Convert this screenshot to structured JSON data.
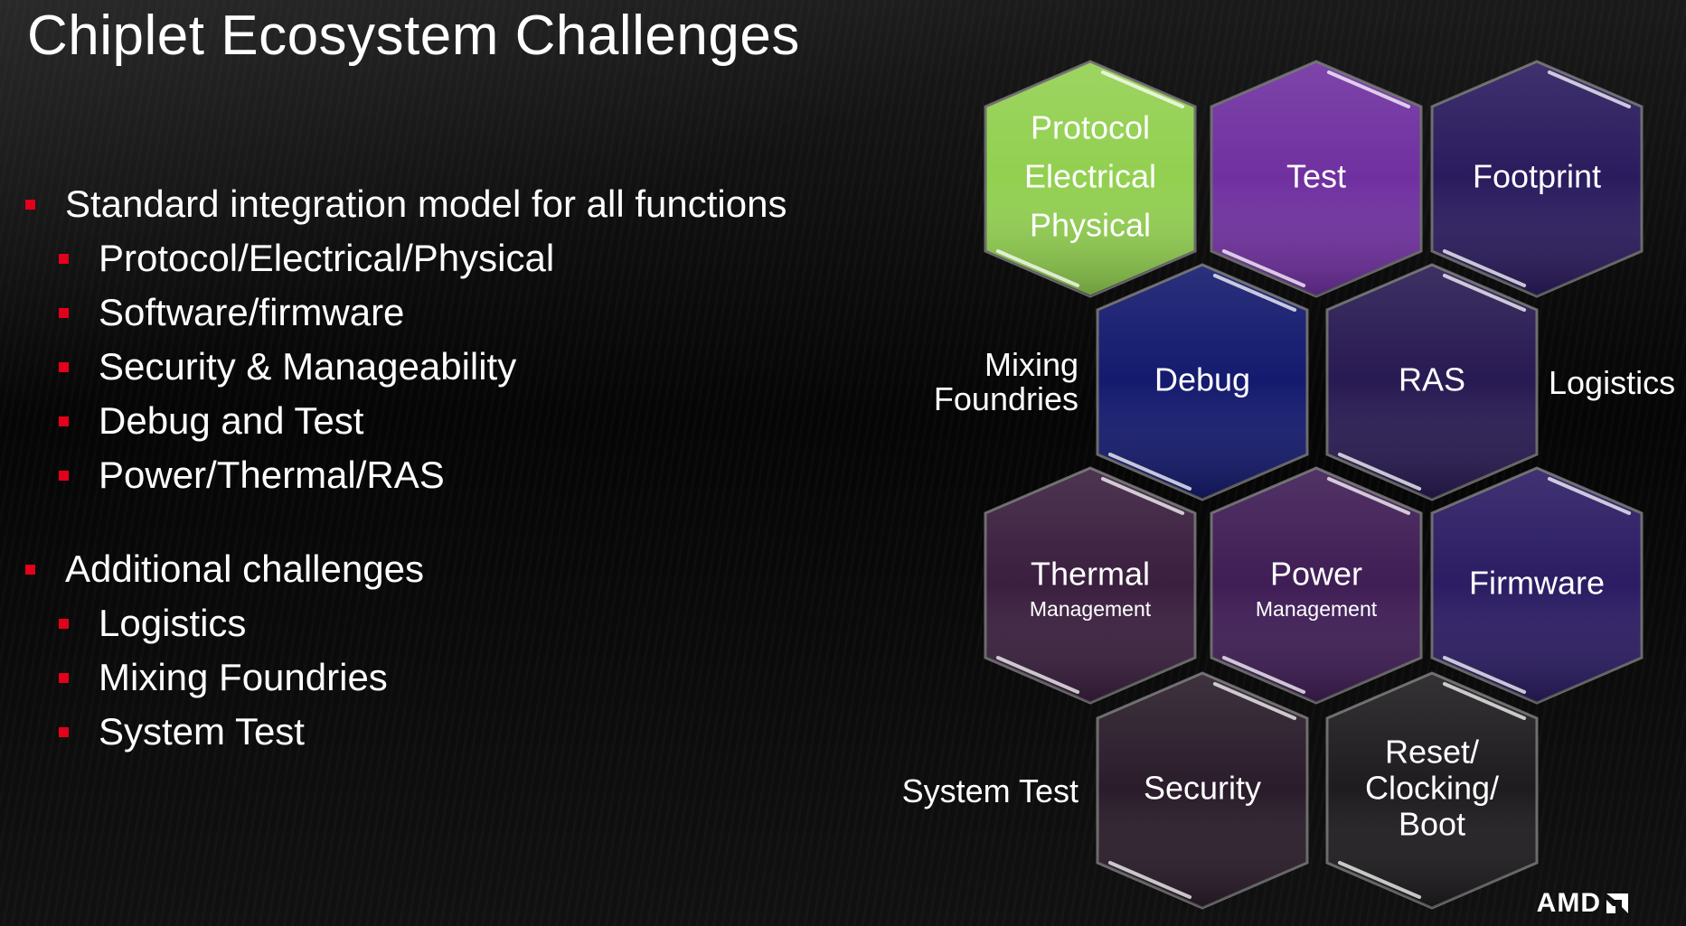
{
  "title": "Chiplet Ecosystem Challenges",
  "bullets": {
    "group1": {
      "heading": "Standard integration model for all functions",
      "items": [
        "Protocol/Electrical/Physical",
        "Software/firmware",
        "Security & Manageability",
        "Debug and Test",
        "Power/Thermal/RAS"
      ]
    },
    "group2": {
      "heading": "Additional challenges",
      "items": [
        "Logistics",
        "Mixing Foundries",
        "System Test"
      ]
    }
  },
  "hexagons": [
    {
      "id": "protocol",
      "lines": [
        "Protocol",
        "Electrical",
        "Physical"
      ],
      "color": "#92d050"
    },
    {
      "id": "test",
      "lines": [
        "Test"
      ],
      "color": "#7030a0"
    },
    {
      "id": "footprint",
      "lines": [
        "Footprint"
      ],
      "color": "#2a1b5e"
    },
    {
      "id": "debug",
      "lines": [
        "Debug"
      ],
      "color": "#141a6e"
    },
    {
      "id": "ras",
      "lines": [
        "RAS"
      ],
      "color": "#281a52"
    },
    {
      "id": "thermal",
      "lines": [
        "Thermal"
      ],
      "sub": "Management",
      "color": "#3a1f3e"
    },
    {
      "id": "power",
      "lines": [
        "Power"
      ],
      "sub": "Management",
      "color": "#3f1d55"
    },
    {
      "id": "firmware",
      "lines": [
        "Firmware"
      ],
      "color": "#2b1c63"
    },
    {
      "id": "security",
      "lines": [
        "Security"
      ],
      "color": "#2a1c2a"
    },
    {
      "id": "reset",
      "lines": [
        "Reset/",
        "Clocking/",
        "Boot"
      ],
      "color": "#1e1c1e"
    }
  ],
  "side_labels": {
    "mixing_foundries": [
      "Mixing",
      "Foundries"
    ],
    "logistics": "Logistics",
    "system_test": "System Test"
  },
  "logo": "AMD"
}
